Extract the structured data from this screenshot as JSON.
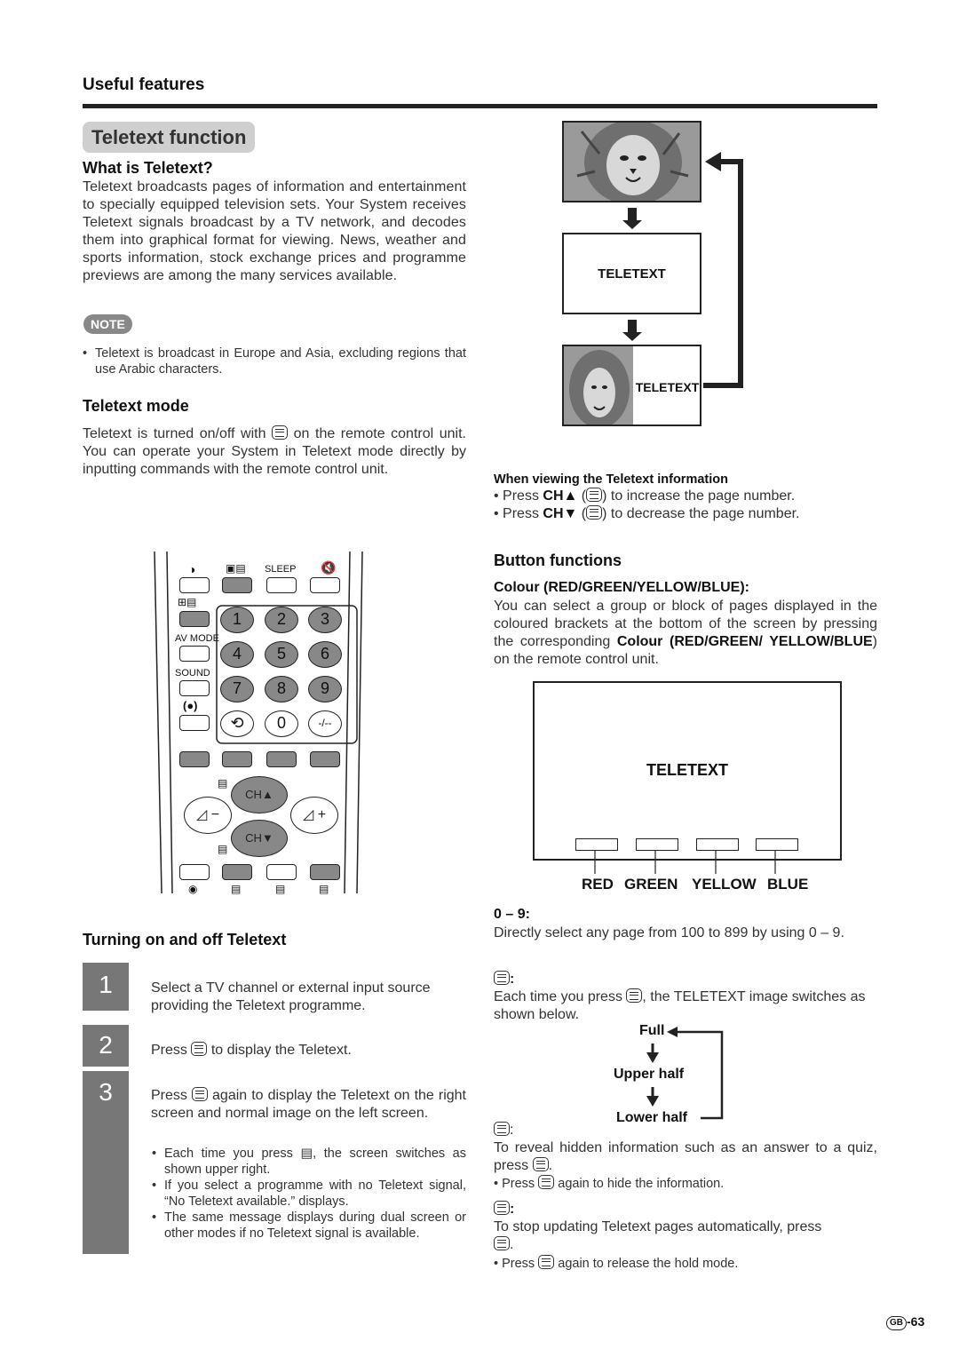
{
  "header": {
    "section": "Useful features"
  },
  "title": "Teletext function",
  "what_is": {
    "heading": "What is Teletext?",
    "body": "Teletext broadcasts pages of information and entertainment to specially equipped television sets. Your System receives Teletext signals broadcast by a TV network, and decodes them into graphical format for viewing. News, weather and sports information, stock exchange prices and programme previews are among the many services available."
  },
  "note": {
    "badge": "NOTE",
    "text": "Teletext is broadcast in Europe and Asia, excluding regions that use Arabic characters."
  },
  "mode": {
    "heading": "Teletext mode",
    "body_a": "Teletext is turned on/off with",
    "body_b": "on the remote control unit. You can operate your System in Teletext mode directly by inputting commands with the remote control unit."
  },
  "diagram": {
    "screen2_label": "TELETEXT",
    "screen3_label": "TELETEXT"
  },
  "viewing": {
    "heading": "When viewing the Teletext information",
    "items": [
      {
        "pre": "Press ",
        "key": "CH▲",
        "post": ") to increase the page number."
      },
      {
        "pre": "Press ",
        "key": "CH▼",
        "post": ") to decrease the page number."
      }
    ]
  },
  "remote": {
    "sleep": "SLEEP",
    "av_mode": "AV MODE",
    "sound": "SOUND",
    "numbers": [
      "1",
      "2",
      "3",
      "4",
      "5",
      "6",
      "7",
      "8",
      "9",
      "0",
      "-/--"
    ],
    "ch_up": "CH▲",
    "ch_down": "CH▼"
  },
  "turning": {
    "heading": "Turning on and off Teletext",
    "steps": [
      {
        "num": "1",
        "text": "Select a TV channel or external input source providing the Teletext programme."
      },
      {
        "num": "2",
        "text_a": "Press",
        "text_b": "to display the Teletext."
      },
      {
        "num": "3",
        "text_a": "Press",
        "text_b": "again to display the Teletext on the right screen and normal image on the left screen."
      }
    ],
    "bullets": [
      "Each time you press ▤, the screen switches as shown upper right.",
      "If you select a programme with no Teletext signal, “No Teletext available.” displays.",
      "The same message displays during dual screen or other modes if no Teletext signal is available."
    ]
  },
  "buttons": {
    "heading": "Button functions",
    "colour_heading": "Colour (RED/GREEN/YELLOW/BLUE):",
    "colour_body_a": "You can select a group or block of pages displayed in the coloured  brackets at the bottom of the screen by pressing the corresponding ",
    "colour_body_bold": "Colour (RED/GREEN/ YELLOW/BLUE",
    "colour_body_b": ") on the remote control unit.",
    "screen_label": "TELETEXT",
    "colours": [
      "RED",
      "GREEN",
      "YELLOW",
      "BLUE"
    ],
    "digits_heading": "0 – 9:",
    "digits_body": "Directly select any page from 100 to 899 by using 0 – 9.",
    "size_heading": ":",
    "size_body_a": "Each time you press",
    "size_body_b": ", the TELETEXT image switches as shown below.",
    "cycle": [
      "Full",
      "Upper half",
      "Lower half"
    ],
    "reveal_heading": ":",
    "reveal_body": "To reveal hidden information such as an answer to a quiz, press",
    "reveal_bullet_a": "Press",
    "reveal_bullet_b": "again to hide the information.",
    "hold_heading": ":",
    "hold_body": "To stop updating Teletext pages automatically, press",
    "hold_bullet_a": "Press",
    "hold_bullet_b": "again to release the hold mode."
  },
  "footer": {
    "region": "GB",
    "page": "-63"
  }
}
